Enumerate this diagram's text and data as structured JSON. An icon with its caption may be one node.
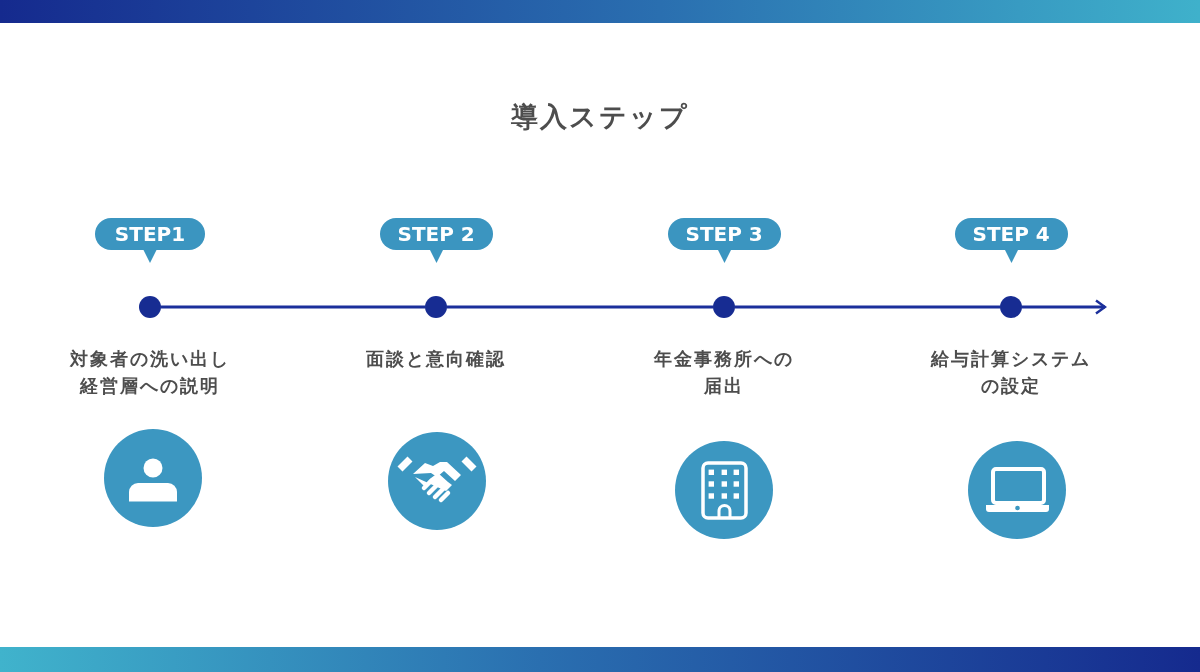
{
  "diagram": {
    "title": "導入ステップ",
    "nodes": [
      {
        "text": [],
        "shape": "bar"
      },
      {
        "text": [
          "STEP1"
        ]
      },
      {
        "text": [],
        "shape": "circle",
        "beside": [
          "対象者の洗い出し経営層への説明"
        ]
      },
      {
        "text": [],
        "shape": "picture"
      },
      {
        "text": [
          "STEP 2"
        ]
      },
      {
        "text": [],
        "shape": "circle",
        "beside": [
          "面談と意向確認"
        ]
      },
      {
        "text": [],
        "shape": "picture"
      },
      {
        "text": [
          "STEP 3"
        ]
      },
      {
        "text": [],
        "shape": "circle",
        "beside": [
          "年金事務所への届出"
        ]
      },
      {
        "text": [],
        "shape": "picture"
      },
      {
        "text": [
          "STEP 4"
        ]
      },
      {
        "text": [],
        "shape": "circle",
        "beside": [
          "給与計算システムの設定"
        ]
      },
      {
        "text": [],
        "shape": "picture"
      },
      {
        "text": [],
        "shape": "bar"
      }
    ],
    "edges": [
      {
        "from": 2,
        "to": 5,
        "arrow": "none"
      },
      {
        "from": 5,
        "to": 8,
        "arrow": "none"
      },
      {
        "from": 8,
        "to": 11,
        "arrow": "none"
      },
      {
        "from": 11,
        "to": null,
        "arrow": "to"
      }
    ]
  }
}
